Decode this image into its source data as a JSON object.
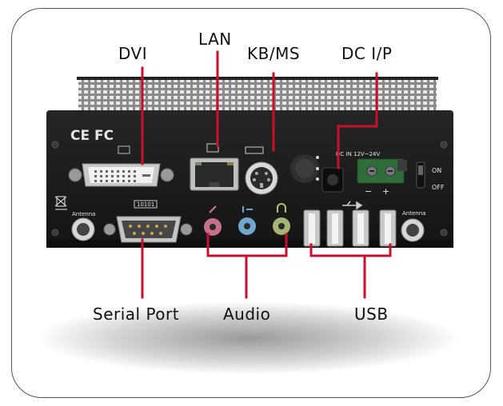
{
  "labels": {
    "dvi": "DVI",
    "lan": "LAN",
    "kbms": "KB/MS",
    "dcip": "DC I/P",
    "serial": "Serial Port",
    "audio": "Audio",
    "usb": "USB"
  },
  "panel_text": {
    "ce_fcc": "CE FC",
    "antenna_left": "Antenna",
    "antenna_right": "Antenna",
    "serial_marker": "10101",
    "dc_in": "DC IN 12V~24V",
    "on": "ON",
    "off": "OFF",
    "minus": "−",
    "plus": "+"
  },
  "colors": {
    "callout_line": "#c8102e",
    "panel": "#1b1b1b",
    "audio_pink": "#c7708e",
    "audio_blue": "#6fa7cf",
    "audio_green": "#a7b574",
    "connector_green": "#2f6d3a"
  }
}
